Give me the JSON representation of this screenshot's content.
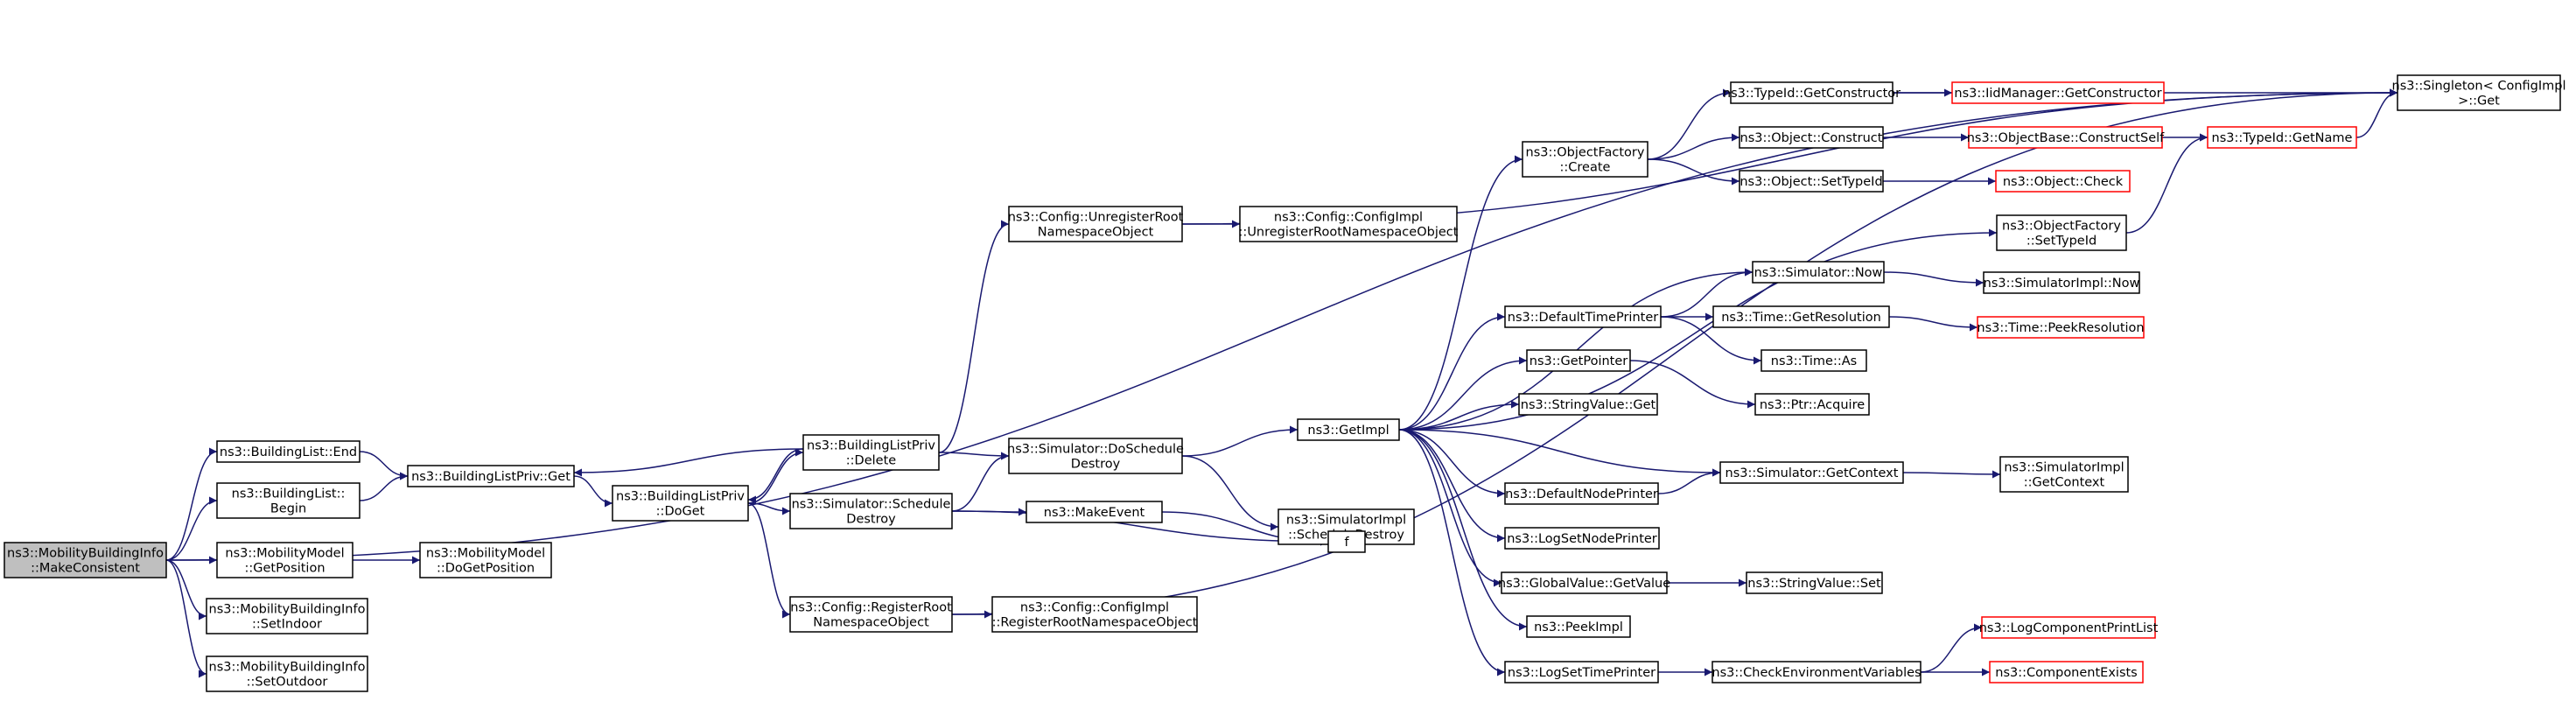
{
  "colors": {
    "edge": "#191970",
    "node_border": "#000000",
    "external_border": "#ff0000",
    "root_fill": "#bfbfbf"
  },
  "nodes": [
    {
      "id": "root",
      "lines": [
        "ns3::MobilityBuildingInfo",
        "::MakeConsistent"
      ],
      "style": "root"
    },
    {
      "id": "blEnd",
      "lines": [
        "ns3::BuildingList::End"
      ]
    },
    {
      "id": "blBegin",
      "lines": [
        "ns3::BuildingList::",
        "Begin"
      ]
    },
    {
      "id": "mmGetPos",
      "lines": [
        "ns3::MobilityModel",
        "::GetPosition"
      ]
    },
    {
      "id": "mbiIndoor",
      "lines": [
        "ns3::MobilityBuildingInfo",
        "::SetIndoor"
      ]
    },
    {
      "id": "mbiOutdoor",
      "lines": [
        "ns3::MobilityBuildingInfo",
        "::SetOutdoor"
      ]
    },
    {
      "id": "blpGet",
      "lines": [
        "ns3::BuildingListPriv::Get"
      ]
    },
    {
      "id": "mmDoGetPos",
      "lines": [
        "ns3::MobilityModel",
        "::DoGetPosition"
      ]
    },
    {
      "id": "blpDoGet",
      "lines": [
        "ns3::BuildingListPriv",
        "::DoGet"
      ]
    },
    {
      "id": "blpDelete",
      "lines": [
        "ns3::BuildingListPriv",
        "::Delete"
      ]
    },
    {
      "id": "simSchedDestroy",
      "lines": [
        "ns3::Simulator::Schedule",
        "Destroy"
      ]
    },
    {
      "id": "cfgRegRoot",
      "lines": [
        "ns3::Config::RegisterRoot",
        "NamespaceObject"
      ]
    },
    {
      "id": "cfgUnregRoot",
      "lines": [
        "ns3::Config::UnregisterRoot",
        "NamespaceObject"
      ]
    },
    {
      "id": "simDoSchedDestroy",
      "lines": [
        "ns3::Simulator::DoSchedule",
        "Destroy"
      ]
    },
    {
      "id": "makeEvent",
      "lines": [
        "ns3::MakeEvent"
      ]
    },
    {
      "id": "cfgImplReg",
      "lines": [
        "ns3::Config::ConfigImpl",
        "::RegisterRootNamespaceObject"
      ]
    },
    {
      "id": "cfgImplUnreg",
      "lines": [
        "ns3::Config::ConfigImpl",
        "::UnregisterRootNamespaceObject"
      ]
    },
    {
      "id": "getImpl",
      "lines": [
        "ns3::GetImpl"
      ]
    },
    {
      "id": "simImplSchedDestroy",
      "lines": [
        "ns3::SimulatorImpl",
        "::ScheduleDestroy"
      ]
    },
    {
      "id": "f",
      "lines": [
        "f"
      ]
    },
    {
      "id": "ofCreate",
      "lines": [
        "ns3::ObjectFactory",
        "::Create"
      ]
    },
    {
      "id": "defTimePrinter",
      "lines": [
        "ns3::DefaultTimePrinter"
      ]
    },
    {
      "id": "getPointer",
      "lines": [
        "ns3::GetPointer"
      ]
    },
    {
      "id": "strValGet",
      "lines": [
        "ns3::StringValue::Get"
      ]
    },
    {
      "id": "defNodePrinter",
      "lines": [
        "ns3::DefaultNodePrinter"
      ]
    },
    {
      "id": "logSetNodePrinter",
      "lines": [
        "ns3::LogSetNodePrinter"
      ]
    },
    {
      "id": "gvGetValue",
      "lines": [
        "ns3::GlobalValue::GetValue"
      ]
    },
    {
      "id": "peekImpl",
      "lines": [
        "ns3::PeekImpl"
      ]
    },
    {
      "id": "logSetTimePrinter",
      "lines": [
        "ns3::LogSetTimePrinter"
      ]
    },
    {
      "id": "tidGetCtor",
      "lines": [
        "ns3::TypeId::GetConstructor"
      ]
    },
    {
      "id": "objConstruct",
      "lines": [
        "ns3::Object::Construct"
      ]
    },
    {
      "id": "objSetTypeId",
      "lines": [
        "ns3::Object::SetTypeId"
      ]
    },
    {
      "id": "ofSetTypeId",
      "lines": [
        "ns3::ObjectFactory",
        "::SetTypeId"
      ]
    },
    {
      "id": "simNow",
      "lines": [
        "ns3::Simulator::Now"
      ]
    },
    {
      "id": "timeGetRes",
      "lines": [
        "ns3::Time::GetResolution"
      ]
    },
    {
      "id": "timeAs",
      "lines": [
        "ns3::Time::As"
      ]
    },
    {
      "id": "ptrAcquire",
      "lines": [
        "ns3::Ptr::Acquire"
      ]
    },
    {
      "id": "simGetContext",
      "lines": [
        "ns3::Simulator::GetContext"
      ]
    },
    {
      "id": "strValSet",
      "lines": [
        "ns3::StringValue::Set"
      ]
    },
    {
      "id": "checkEnv",
      "lines": [
        "ns3::CheckEnvironmentVariables"
      ]
    },
    {
      "id": "iidMgrGetCtor",
      "lines": [
        "ns3::IidManager::GetConstructor"
      ],
      "style": "red"
    },
    {
      "id": "objBaseConstructSelf",
      "lines": [
        "ns3::ObjectBase::ConstructSelf"
      ],
      "style": "red"
    },
    {
      "id": "objCheck",
      "lines": [
        "ns3::Object::Check"
      ],
      "style": "red"
    },
    {
      "id": "simImplNow",
      "lines": [
        "ns3::SimulatorImpl::Now"
      ]
    },
    {
      "id": "timePeekRes",
      "lines": [
        "ns3::Time::PeekResolution"
      ],
      "style": "red"
    },
    {
      "id": "simImplGetContext",
      "lines": [
        "ns3::SimulatorImpl",
        "::GetContext"
      ]
    },
    {
      "id": "logCompPrintList",
      "lines": [
        "ns3::LogComponentPrintList"
      ],
      "style": "red"
    },
    {
      "id": "compExists",
      "lines": [
        "ns3::ComponentExists"
      ],
      "style": "red"
    },
    {
      "id": "tidGetName",
      "lines": [
        "ns3::TypeId::GetName"
      ],
      "style": "red"
    },
    {
      "id": "singletonGet",
      "lines": [
        "ns3::Singleton< ConfigImpl",
        ">::Get"
      ]
    }
  ],
  "edges": [
    [
      "root",
      "blEnd"
    ],
    [
      "root",
      "blBegin"
    ],
    [
      "root",
      "mmGetPos"
    ],
    [
      "root",
      "mbiIndoor"
    ],
    [
      "root",
      "mbiOutdoor"
    ],
    [
      "root",
      "singletonGet"
    ],
    [
      "blEnd",
      "blpGet"
    ],
    [
      "blBegin",
      "blpGet"
    ],
    [
      "mmGetPos",
      "mmDoGetPos"
    ],
    [
      "blpGet",
      "blpDoGet"
    ],
    [
      "blpDoGet",
      "blpDelete"
    ],
    [
      "blpDelete",
      "blpDoGet"
    ],
    [
      "blpDelete",
      "blpGet"
    ],
    [
      "blpDoGet",
      "simSchedDestroy"
    ],
    [
      "blpDoGet",
      "cfgRegRoot"
    ],
    [
      "blpDelete",
      "cfgUnregRoot"
    ],
    [
      "blpDelete",
      "simDoSchedDestroy"
    ],
    [
      "simSchedDestroy",
      "simDoSchedDestroy"
    ],
    [
      "simSchedDestroy",
      "makeEvent"
    ],
    [
      "simSchedDestroy",
      "f"
    ],
    [
      "cfgRegRoot",
      "cfgImplReg"
    ],
    [
      "cfgRegRoot",
      "singletonGet"
    ],
    [
      "cfgUnregRoot",
      "cfgImplUnreg"
    ],
    [
      "cfgUnregRoot",
      "singletonGet"
    ],
    [
      "simDoSchedDestroy",
      "getImpl"
    ],
    [
      "simDoSchedDestroy",
      "simImplSchedDestroy"
    ],
    [
      "makeEvent",
      "f"
    ],
    [
      "getImpl",
      "ofCreate"
    ],
    [
      "getImpl",
      "ofSetTypeId"
    ],
    [
      "getImpl",
      "simNow"
    ],
    [
      "getImpl",
      "defTimePrinter"
    ],
    [
      "getImpl",
      "getPointer"
    ],
    [
      "getImpl",
      "strValGet"
    ],
    [
      "getImpl",
      "simGetContext"
    ],
    [
      "getImpl",
      "defNodePrinter"
    ],
    [
      "getImpl",
      "logSetNodePrinter"
    ],
    [
      "getImpl",
      "gvGetValue"
    ],
    [
      "getImpl",
      "peekImpl"
    ],
    [
      "getImpl",
      "logSetTimePrinter"
    ],
    [
      "ofCreate",
      "tidGetCtor"
    ],
    [
      "ofCreate",
      "objConstruct"
    ],
    [
      "ofCreate",
      "objSetTypeId"
    ],
    [
      "defTimePrinter",
      "simNow"
    ],
    [
      "defTimePrinter",
      "timeGetRes"
    ],
    [
      "defTimePrinter",
      "timeAs"
    ],
    [
      "getPointer",
      "ptrAcquire"
    ],
    [
      "defNodePrinter",
      "simGetContext"
    ],
    [
      "gvGetValue",
      "strValSet"
    ],
    [
      "logSetTimePrinter",
      "checkEnv"
    ],
    [
      "tidGetCtor",
      "iidMgrGetCtor"
    ],
    [
      "tidGetCtor",
      "singletonGet"
    ],
    [
      "objConstruct",
      "objBaseConstructSelf"
    ],
    [
      "objSetTypeId",
      "objCheck"
    ],
    [
      "ofSetTypeId",
      "tidGetName"
    ],
    [
      "simNow",
      "simImplNow"
    ],
    [
      "timeGetRes",
      "timePeekRes"
    ],
    [
      "simGetContext",
      "simImplGetContext"
    ],
    [
      "checkEnv",
      "logCompPrintList"
    ],
    [
      "checkEnv",
      "compExists"
    ],
    [
      "objBaseConstructSelf",
      "tidGetName"
    ],
    [
      "tidGetName",
      "singletonGet"
    ]
  ]
}
